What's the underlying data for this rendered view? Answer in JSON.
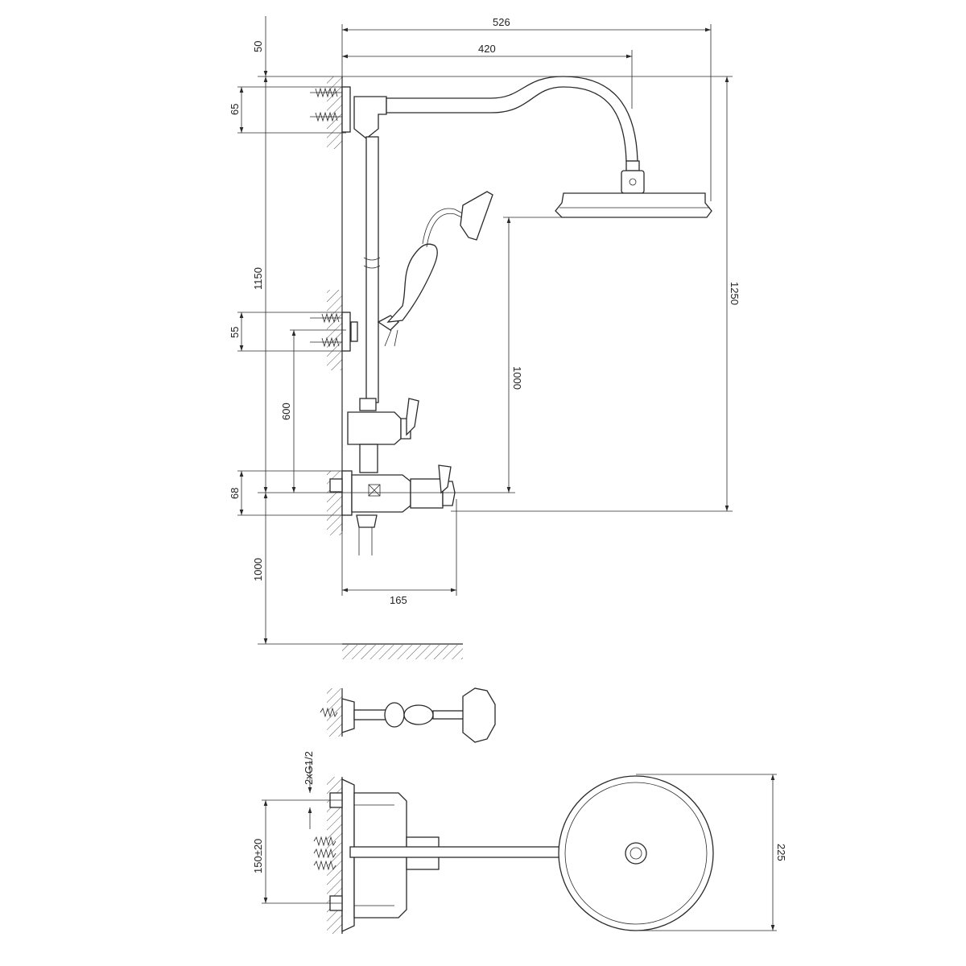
{
  "drawing": {
    "title": "Shower column technical drawing",
    "dimensions": {
      "overall_reach": "526",
      "arm_reach": "420",
      "top_offset": "50",
      "top_bracket_spacing": "65",
      "bracket_distance": "1150",
      "middle_bracket_spacing": "55",
      "bracket_to_mixer": "600",
      "mixer_bracket_spacing": "68",
      "mixer_height_from_floor": "1000",
      "head_to_mixer": "1000",
      "total_height": "1250",
      "mixer_projection": "165",
      "connection_thread": "2xG1/2",
      "inlet_spacing": "150±20",
      "head_diameter": "225"
    }
  }
}
